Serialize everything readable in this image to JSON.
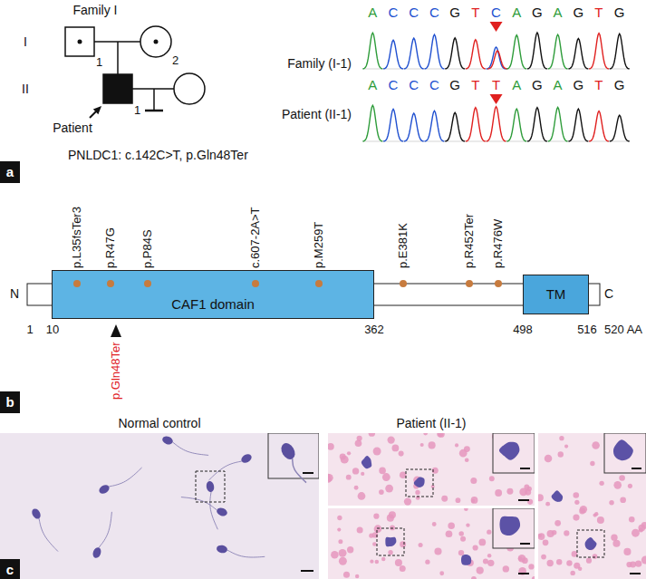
{
  "diagram": {
    "nodes": [
      {
        "text": [
          "a"
        ]
      },
      {
        "text": [
          "CAF1 domain"
        ]
      },
      {
        "text": [
          "TM"
        ]
      },
      {
        "text": [
          "b"
        ]
      },
      {
        "text": [
          "c"
        ]
      }
    ],
    "labels": [
      "Family I",
      "I",
      "II",
      "1",
      "2",
      "1",
      "Patient",
      "PNLDC1: c.142C>T, p.Gln48Ter",
      "ACCCGTCAGAGTG",
      "Family (I-1)",
      "ACCCGTTAGAGTG",
      "Patient (II-1)",
      "p.L35fsTer3",
      "p.R47G",
      "p.P84S",
      "c.607-2A>T",
      "p.M259T",
      "p.E381K",
      "p.R452Ter",
      "p.R476W",
      "N",
      "C",
      "1",
      "10",
      "362",
      "498",
      "516",
      "520 AA",
      "p.Gln48Ter",
      "Normal control",
      "Patient (II-1)"
    ]
  }
}
